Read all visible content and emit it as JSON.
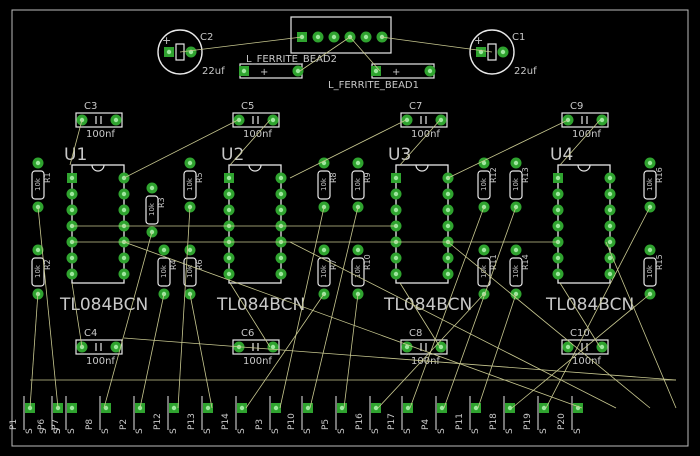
{
  "board": {
    "capacitors_electrolytic": [
      {
        "ref": "C2",
        "value": "22uf",
        "polarity": "+"
      },
      {
        "ref": "C1",
        "value": "22uf",
        "polarity": "+"
      }
    ],
    "ferrite_beads": [
      {
        "ref": "L_FERRITE_BEAD2",
        "polarity": "+"
      },
      {
        "ref": "L_FERRITE_BEAD1",
        "polarity": "+"
      }
    ],
    "capacitors_top": [
      {
        "ref": "C3",
        "value": "100nf"
      },
      {
        "ref": "C5",
        "value": "100nf"
      },
      {
        "ref": "C7",
        "value": "100nf"
      },
      {
        "ref": "C9",
        "value": "100nf"
      }
    ],
    "capacitors_bottom": [
      {
        "ref": "C4",
        "value": "100nf"
      },
      {
        "ref": "C6",
        "value": "100nf"
      },
      {
        "ref": "C8",
        "value": "100nf"
      },
      {
        "ref": "C10",
        "value": "100nf"
      }
    ],
    "ics": [
      {
        "ref": "U1",
        "value": "TL084BCN"
      },
      {
        "ref": "U2",
        "value": "TL084BCN"
      },
      {
        "ref": "U3",
        "value": "TL084BCN"
      },
      {
        "ref": "U4",
        "value": "TL084BCN"
      }
    ],
    "resistor_value": "10k",
    "resistors": [
      "R1",
      "R2",
      "R3",
      "R4",
      "R5",
      "R6",
      "R7",
      "R8",
      "R9",
      "R10",
      "R11",
      "R12",
      "R13",
      "R14",
      "R15",
      "R16"
    ],
    "connectors": [
      {
        "ref": "P1",
        "pins": [
          "S",
          "S",
          "S"
        ]
      },
      {
        "ref": "P6",
        "pins": [
          "S"
        ]
      },
      {
        "ref": "P7",
        "pins": [
          "S"
        ]
      },
      {
        "ref": "P8",
        "pins": [
          "S"
        ]
      },
      {
        "ref": "P2",
        "pins": [
          "S"
        ]
      },
      {
        "ref": "P12",
        "pins": [
          "S"
        ]
      },
      {
        "ref": "P13",
        "pins": [
          "S"
        ]
      },
      {
        "ref": "P14",
        "pins": [
          "S"
        ]
      },
      {
        "ref": "P3",
        "pins": [
          "S"
        ]
      },
      {
        "ref": "P10",
        "pins": [
          "S"
        ]
      },
      {
        "ref": "P5",
        "pins": [
          "S"
        ]
      },
      {
        "ref": "P16",
        "pins": [
          "S"
        ]
      },
      {
        "ref": "P17",
        "pins": [
          "S"
        ]
      },
      {
        "ref": "P4",
        "pins": [
          "S"
        ]
      },
      {
        "ref": "P11",
        "pins": [
          "S"
        ]
      },
      {
        "ref": "P18",
        "pins": [
          "S"
        ]
      },
      {
        "ref": "P19",
        "pins": [
          "S"
        ]
      },
      {
        "ref": "P20",
        "pins": [
          "S"
        ]
      }
    ],
    "colors": {
      "background": "#000000",
      "pad": "#2fa32f",
      "pad_hole": "#9fe89f",
      "silkscreen": "#e8e8e8",
      "airwire": "#c8c890",
      "label": "#c8c8c8"
    }
  }
}
